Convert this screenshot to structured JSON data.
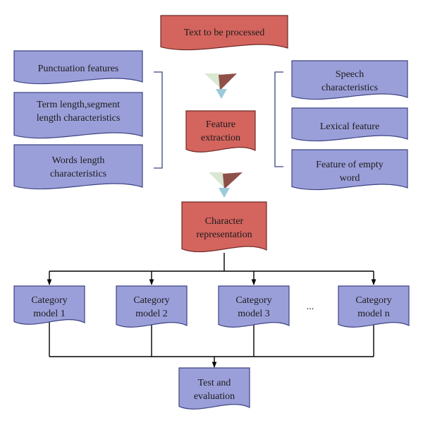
{
  "colors": {
    "red_fill": "#D4645E",
    "red_stroke": "#6E2A26",
    "blue_fill": "#9B9FD9",
    "blue_stroke": "#3D4384",
    "line": "#000000",
    "bracket": "#3D4384",
    "arrow_dark": "#8E5048",
    "arrow_light": "#D9E8D2",
    "arrow_tip": "#9CCBDC"
  },
  "nodes": {
    "input_text": {
      "lines": [
        "Text to be processed"
      ]
    },
    "punctuation": {
      "lines": [
        "Punctuation features"
      ]
    },
    "term_length": {
      "lines": [
        "Term length,segment",
        "length characteristics"
      ]
    },
    "words_length": {
      "lines": [
        "Words length",
        "characteristics"
      ]
    },
    "feature_extraction": {
      "lines": [
        "Feature",
        "extraction"
      ]
    },
    "speech": {
      "lines": [
        "Speech",
        "characteristics"
      ]
    },
    "lexical": {
      "lines": [
        "Lexical feature"
      ]
    },
    "empty_word": {
      "lines": [
        "Feature of empty",
        "word"
      ]
    },
    "character_representation": {
      "lines": [
        "Character",
        "representation"
      ]
    },
    "model_1": {
      "lines": [
        "Category",
        "model 1"
      ]
    },
    "model_2": {
      "lines": [
        "Category",
        "model 2"
      ]
    },
    "model_3": {
      "lines": [
        "Category",
        "model 3"
      ]
    },
    "model_n": {
      "lines": [
        "Category",
        "model n"
      ]
    },
    "test_evaluation": {
      "lines": [
        "Test and",
        "evaluation"
      ]
    }
  },
  "ellipsis": "..."
}
